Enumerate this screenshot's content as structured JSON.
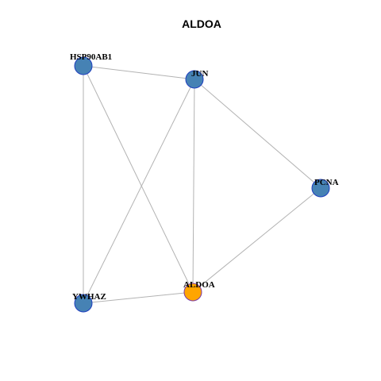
{
  "title": "ALDOA",
  "colors": {
    "node_default": "#4682b4",
    "node_focus": "#ffa500",
    "node_stroke": "#1f3fbf",
    "node_focus_stroke": "#7a3aa8",
    "edge": "#b3b3b3"
  },
  "nodes": [
    {
      "id": "HSP90AB1",
      "label": "HSP90AB1",
      "focus": false
    },
    {
      "id": "JUN",
      "label": "JUN",
      "focus": false
    },
    {
      "id": "PCNA",
      "label": "PCNA",
      "focus": false
    },
    {
      "id": "ALDOA",
      "label": "ALDOA",
      "focus": true
    },
    {
      "id": "YWHAZ",
      "label": "YWHAZ",
      "focus": false
    }
  ],
  "edges": [
    [
      "HSP90AB1",
      "JUN"
    ],
    [
      "HSP90AB1",
      "YWHAZ"
    ],
    [
      "HSP90AB1",
      "ALDOA"
    ],
    [
      "JUN",
      "YWHAZ"
    ],
    [
      "JUN",
      "ALDOA"
    ],
    [
      "JUN",
      "PCNA"
    ],
    [
      "PCNA",
      "ALDOA"
    ],
    [
      "ALDOA",
      "YWHAZ"
    ]
  ]
}
